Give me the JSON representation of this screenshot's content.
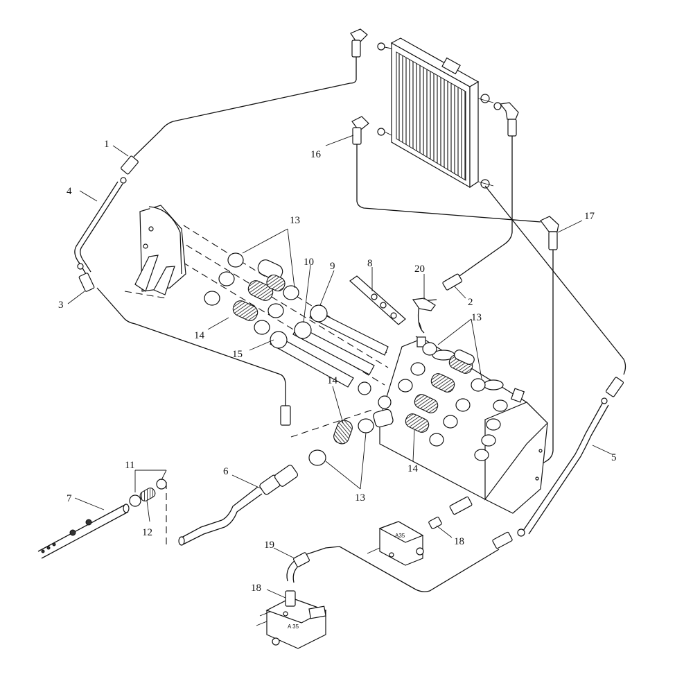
{
  "callouts": [
    {
      "id": "1",
      "label": "1"
    },
    {
      "id": "2",
      "label": "2"
    },
    {
      "id": "3",
      "label": "3"
    },
    {
      "id": "4",
      "label": "4"
    },
    {
      "id": "5",
      "label": "5"
    },
    {
      "id": "6",
      "label": "6"
    },
    {
      "id": "7",
      "label": "7"
    },
    {
      "id": "8",
      "label": "8"
    },
    {
      "id": "9",
      "label": "9"
    },
    {
      "id": "10",
      "label": "10"
    },
    {
      "id": "11",
      "label": "11"
    },
    {
      "id": "12",
      "label": "12"
    },
    {
      "id": "13",
      "label": "13"
    },
    {
      "id": "14",
      "label": "14"
    },
    {
      "id": "15",
      "label": "15"
    },
    {
      "id": "16",
      "label": "16"
    },
    {
      "id": "17",
      "label": "17"
    },
    {
      "id": "18",
      "label": "18"
    },
    {
      "id": "19",
      "label": "19"
    },
    {
      "id": "20",
      "label": "20"
    }
  ],
  "plates": {
    "valve_upper": "A35",
    "valve_lower": "A 35"
  }
}
